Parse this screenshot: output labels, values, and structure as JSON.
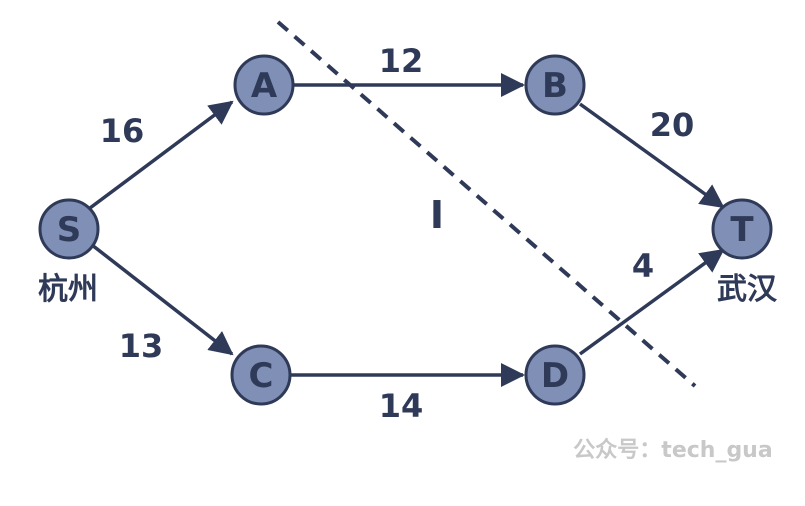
{
  "nodes": {
    "S": "S",
    "A": "A",
    "B": "B",
    "C": "C",
    "D": "D",
    "T": "T"
  },
  "cities": {
    "source": "杭州",
    "sink": "武汉"
  },
  "edges": {
    "SA": "16",
    "SC": "13",
    "AB": "12",
    "BT": "20",
    "CD": "14",
    "DT": "4"
  },
  "cut_label": "I",
  "watermark": "公众号：tech_gua",
  "colors": {
    "node_fill": "#7f8fb5",
    "stroke": "#2f3a58",
    "text": "#2f3a58",
    "watermark": "#c8c8c8"
  }
}
